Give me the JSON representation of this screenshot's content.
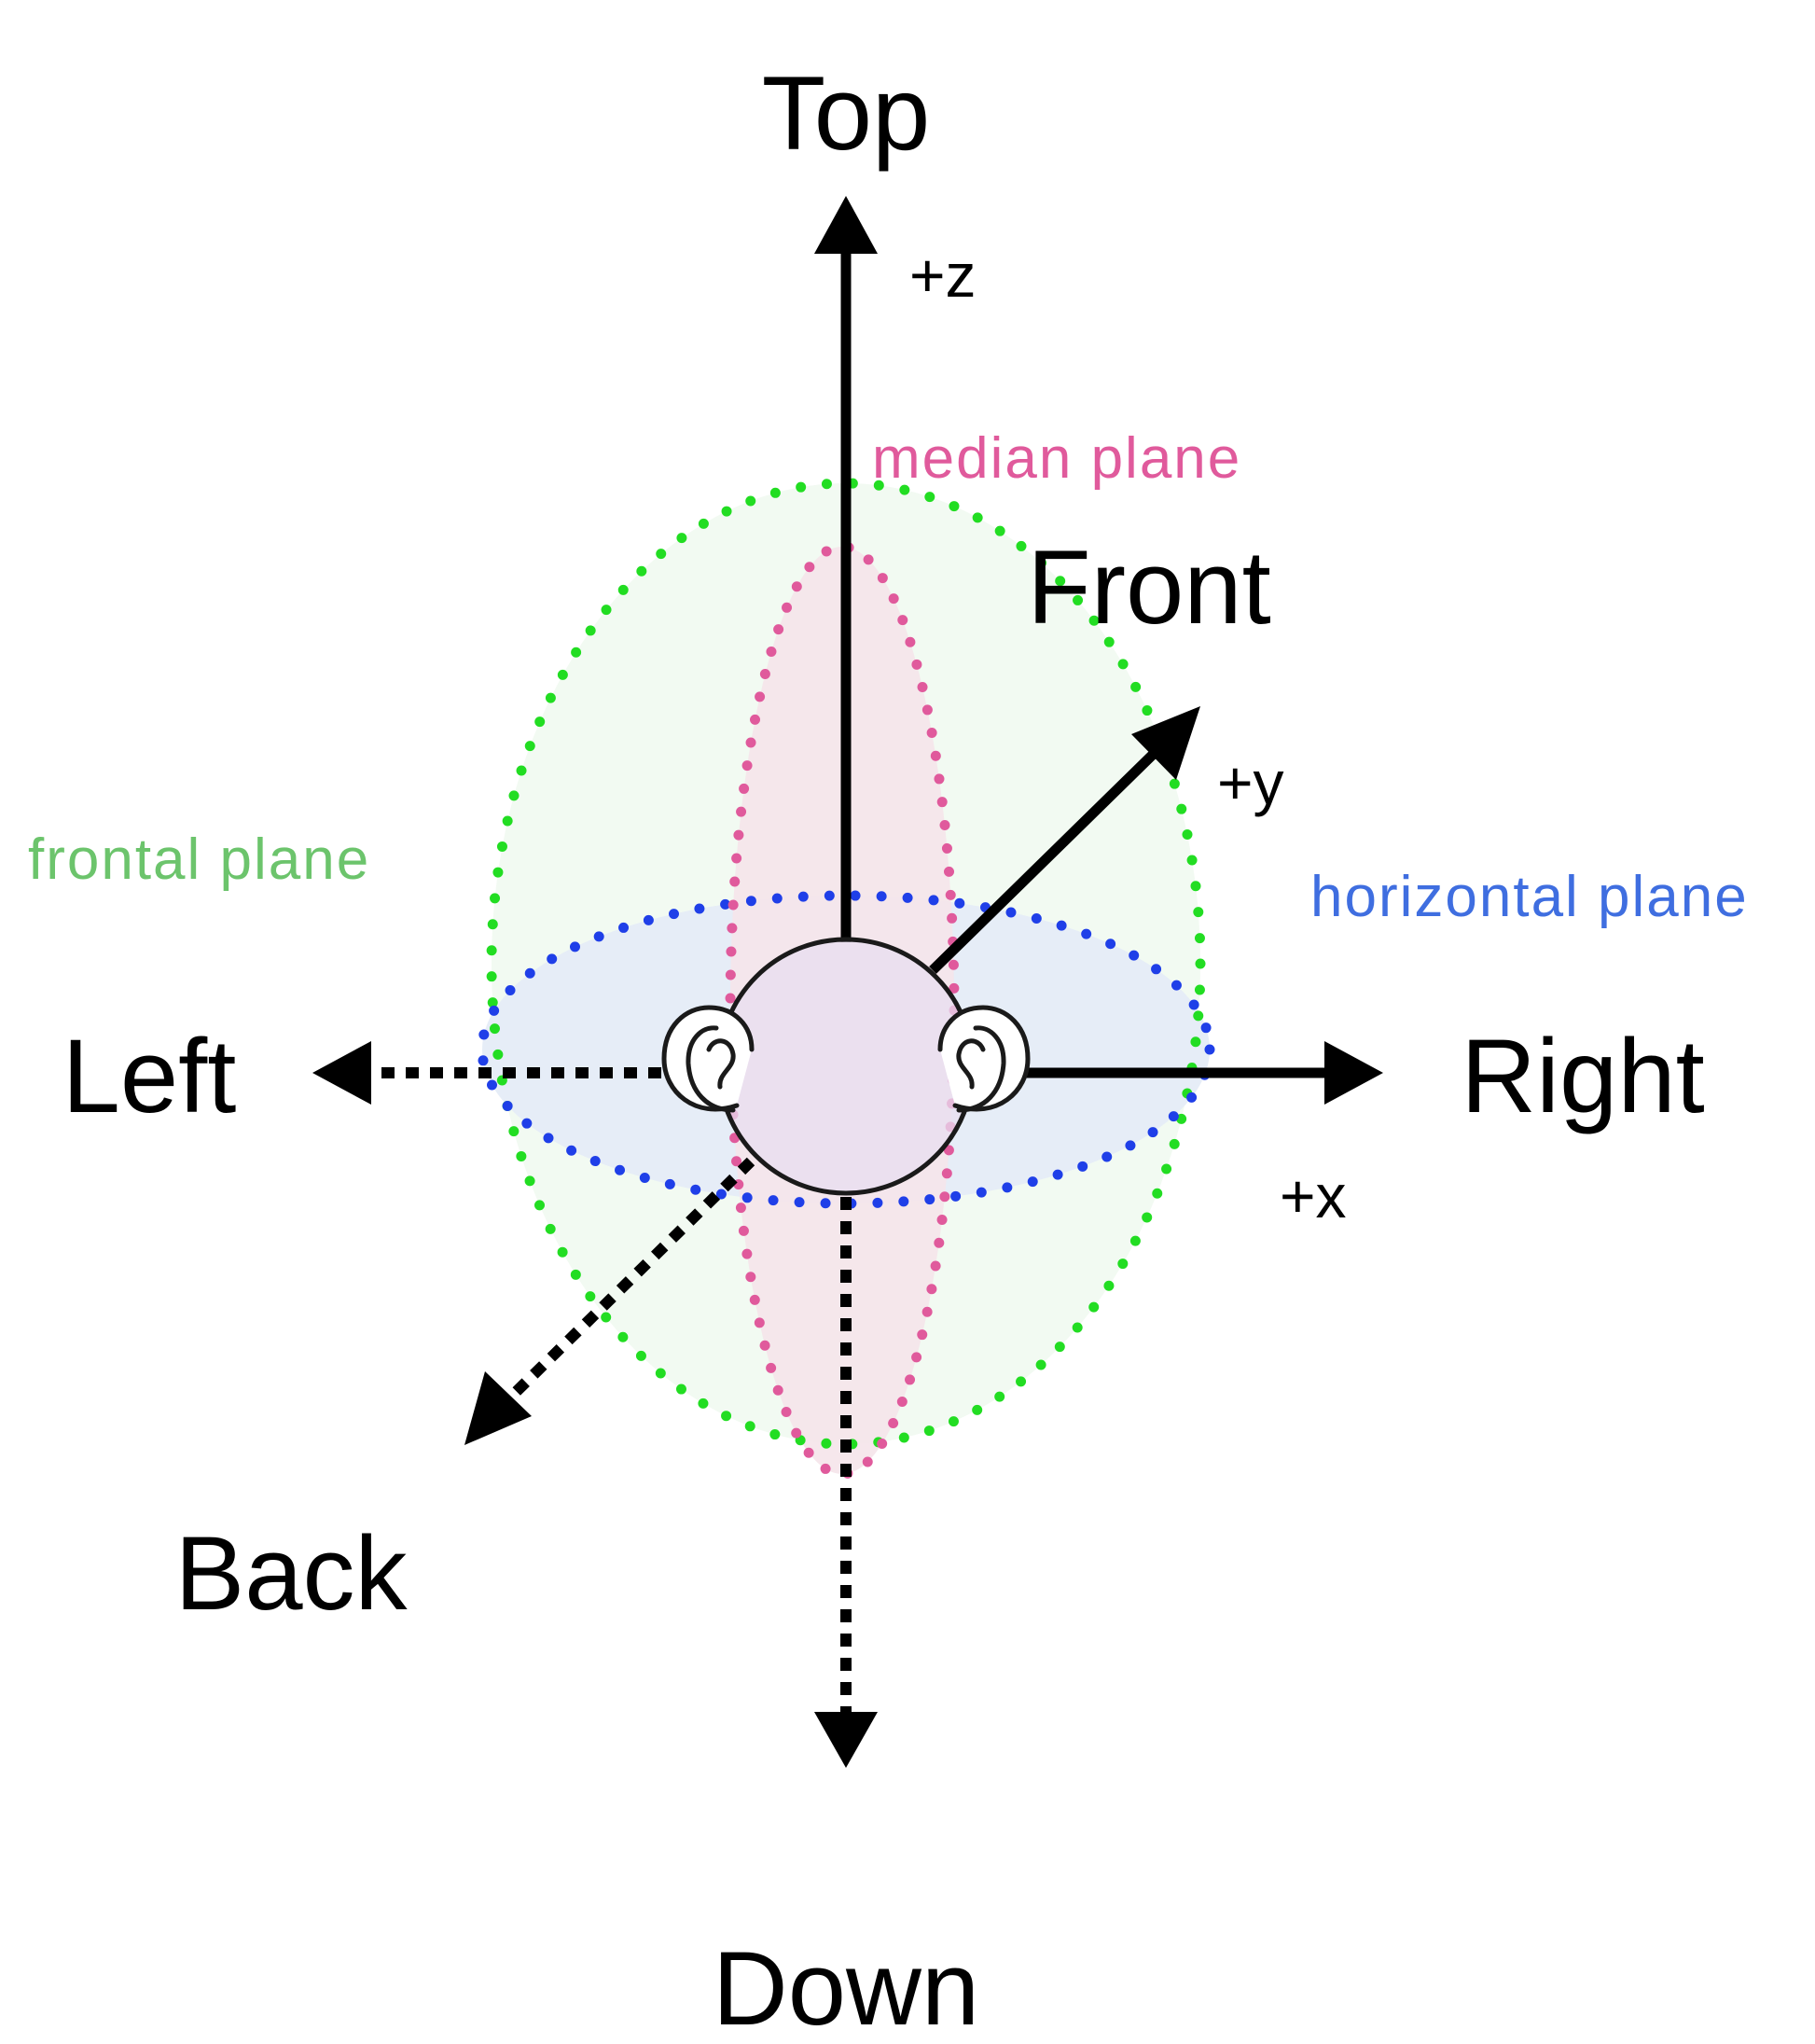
{
  "directions": {
    "top": "Top",
    "down": "Down",
    "left": "Left",
    "right": "Right",
    "front": "Front",
    "back": "Back"
  },
  "axes": {
    "x": "+x",
    "y": "+y",
    "z": "+z"
  },
  "planes": {
    "median": {
      "label": "median plane",
      "color": "#e05a9c",
      "fill": "#f7e6ee"
    },
    "frontal": {
      "label": "frontal plane",
      "color": "#6cc46c",
      "dot_color": "#22dd22",
      "fill": "#f2faf2"
    },
    "horizontal": {
      "label": "horizontal plane",
      "color": "#3f6ee0",
      "dot_color": "#1f3fe8",
      "fill": "#e8eef8"
    }
  },
  "icons": [
    "head-icon",
    "left-ear-icon",
    "right-ear-icon"
  ]
}
